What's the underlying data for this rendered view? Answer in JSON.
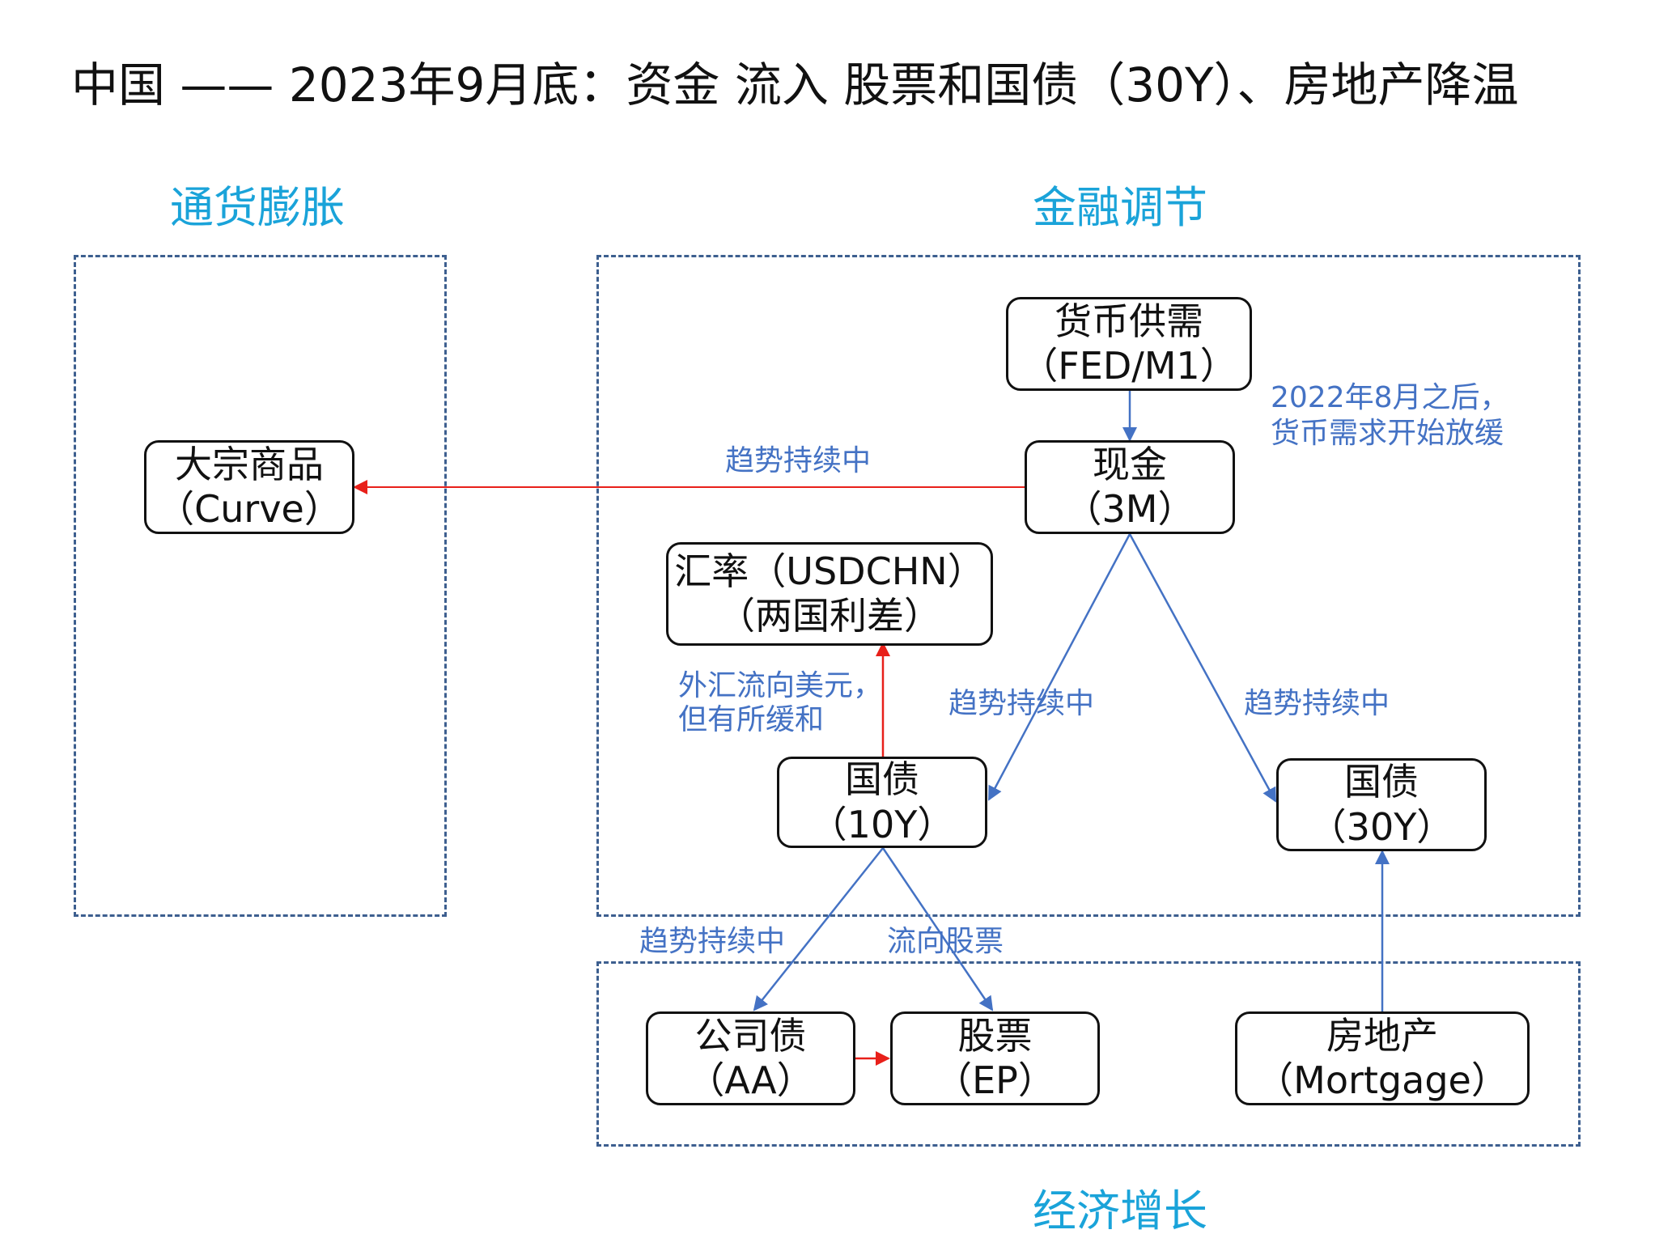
{
  "title": "中国 —— 2023年9月底：资金 流入 股票和国债（30Y）、房地产降温",
  "sections": {
    "inflation": "通货膨胀",
    "finance": "金融调节",
    "growth": "经济增长"
  },
  "nodes": {
    "money_supply": {
      "line1": "货币供需",
      "line2": "（FED/M1）"
    },
    "cash": {
      "line1": "现金",
      "line2": "（3M）"
    },
    "commodities": {
      "line1": "大宗商品",
      "line2": "（Curve）"
    },
    "fx": {
      "line1": "汇率（USDCHN）",
      "line2": "（两国利差）"
    },
    "bond10": {
      "line1": "国债",
      "line2": "（10Y）"
    },
    "bond30": {
      "line1": "国债",
      "line2": "（30Y）"
    },
    "corp": {
      "line1": "公司债",
      "line2": "（AA）"
    },
    "stocks": {
      "line1": "股票",
      "line2": "（EP）"
    },
    "realestate": {
      "line1": "房地产",
      "line2": "（Mortgage）"
    }
  },
  "edge_labels": {
    "cash_to_commodities": "趋势持续中",
    "money_note_line1": "2022年8月之后，",
    "money_note_line2": "货币需求开始放缓",
    "fx_note_line1": "外汇流向美元，",
    "fx_note_line2": "但有所缓和",
    "cash_to_bond10": "趋势持续中",
    "cash_to_bond30": "趋势持续中",
    "bond10_to_corp": "趋势持续中",
    "bond10_to_stocks": "流向股票"
  },
  "colors": {
    "title_text": "#111111",
    "section_title": "#1aa3d9",
    "region_border": "#3d5f8f",
    "blue_arrow": "#4472c4",
    "red_arrow": "#e8201a",
    "label_text": "#4472c4"
  }
}
